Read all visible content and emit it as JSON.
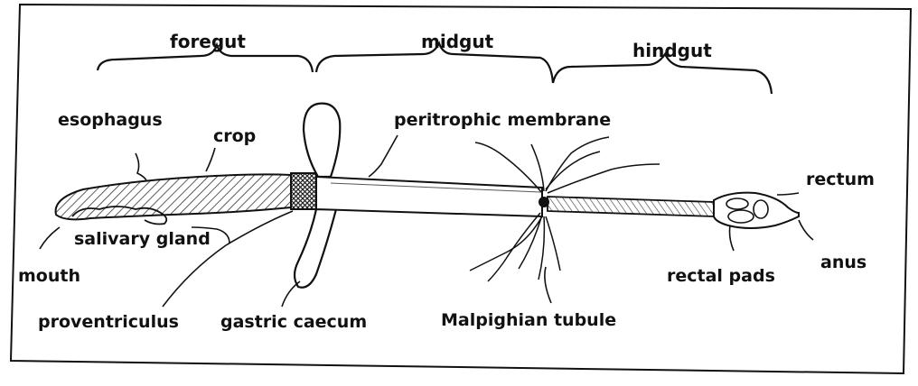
{
  "regions": {
    "foregut": "foregut",
    "midgut": "midgut",
    "hindgut": "hindgut"
  },
  "labels": {
    "esophagus": "esophagus",
    "crop": "crop",
    "peritrophic_membrane": "peritrophic membrane",
    "rectum": "rectum",
    "salivary_gland": "salivary gland",
    "mouth": "mouth",
    "anus": "anus",
    "rectal_pads": "rectal pads",
    "proventriculus": "proventriculus",
    "gastric_caecum": "gastric caecum",
    "malpighian_tubule": "Malpighian tubule"
  },
  "colors": {
    "ink": "#111111",
    "paper": "#ffffff",
    "hatch": "#333333"
  }
}
